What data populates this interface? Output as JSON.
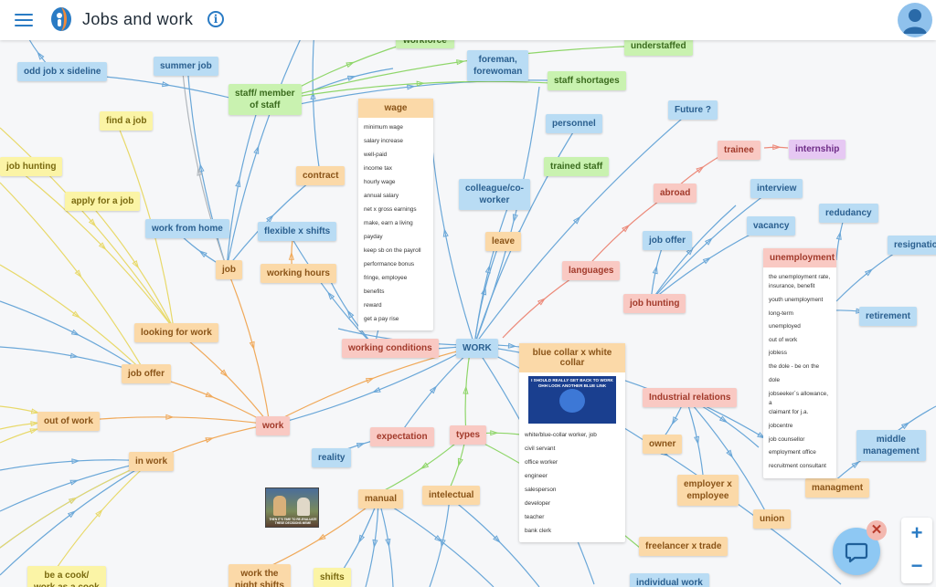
{
  "app": {
    "title": "Jobs and work"
  },
  "colors": {
    "blue": "#b9dcf4",
    "green": "#c9f2b0",
    "yellow": "#fbf4a6",
    "orange": "#fbd9a8",
    "red": "#f9c9c3",
    "purple": "#e6c8f3",
    "accent": "#2a7bc4"
  },
  "icons": {
    "menu": "hamburger-icon",
    "info": "info-icon",
    "user": "user-icon",
    "chat": "chat-icon",
    "close": "close-icon",
    "zoom_in": "plus-icon",
    "zoom_out": "minus-icon"
  },
  "nodes": {
    "odd_job": "odd job x sideline",
    "summer_job": "summer job",
    "workforce": "workforce",
    "foreman": "foreman,\nforewoman",
    "understaffed": "understaffed",
    "staff_member": "staff/ member\nof staff",
    "staff_shortages": "staff shortages",
    "find_job": "find a job",
    "future": "Future ?",
    "personnel": "personnel",
    "trainee": "trainee",
    "internship": "internship",
    "job_hunting_left": "job hunting",
    "contract": "contract",
    "trained_staff": "trained staff",
    "apply_job": "apply for a job",
    "abroad": "abroad",
    "interview": "interview",
    "colleague": "colleague/co-\nworker",
    "redudancy": "redudancy",
    "work_from_home": "work from home",
    "vacancy": "vacancy",
    "flexible_shifts": "flexible x shifts",
    "leave": "leave",
    "job_offer_right": "job offer",
    "resignation": "resignation",
    "job": "job",
    "working_hours": "working hours",
    "languages": "languages",
    "job_hunting_right": "job hunting",
    "retirement": "retirement",
    "looking_for_work": "looking for work",
    "working_conditions": "working conditions",
    "work_center": "WORK",
    "job_offer_left": "job offer",
    "industrial_relations": "Industrial relations",
    "out_of_work": "out of work",
    "work": "work",
    "expectation": "expectation",
    "types": "types",
    "owner": "owner",
    "middle_management": "middle\nmanagement",
    "in_work": "in work",
    "reality": "reality",
    "employer": "employer x\nemployee",
    "managment": "managment",
    "manual": "manual",
    "intelectual": "intelectual",
    "union": "union",
    "freelancer": "freelancer x trade",
    "be_a_cook": "be a cook/\nwork as a cook",
    "night_shifts": "work the\nnight shifts",
    "shifts": "shifts",
    "individual_work": "individual work"
  },
  "cards": {
    "wage": {
      "title": "wage",
      "items": [
        "minimum wage",
        "salary increase",
        "well-paid",
        "income tax",
        "hourly wage",
        "annual salary",
        "net x gross earnings",
        "make, earn a living",
        "payday",
        "keep sb on the payroll",
        "performance bonus",
        "fringe, employee benefits",
        "reward",
        "get a pay rise"
      ]
    },
    "unemployment": {
      "title": "unemployment",
      "items": [
        "the unemployment rate,",
        "insurance, benefit",
        "youth unemployment",
        "long-term",
        "unemployed",
        "out of work",
        "jobless",
        "the dole - be on the dole",
        "jobseeker´s allowance, a",
        "claimant for j.a.",
        "jobcentre",
        "job counsellor",
        "employment office",
        "recruitment consultant"
      ]
    },
    "collar": {
      "title": "blue collar x white collar",
      "meme_caption": "I SHOULD REALLY GET BACK TO WORK\nOHH LOOK ANOTHER BLUE LINK",
      "items": [
        "white/blue-collar worker, job",
        "civil servant",
        "office worker",
        "engineer",
        "salesperson",
        "developer",
        "teacher",
        "bank clerk"
      ]
    }
  },
  "meme2_caption": "THEN IT'S TIME TO RE-EVALUATE\nTHESE DECISIONS MEME"
}
